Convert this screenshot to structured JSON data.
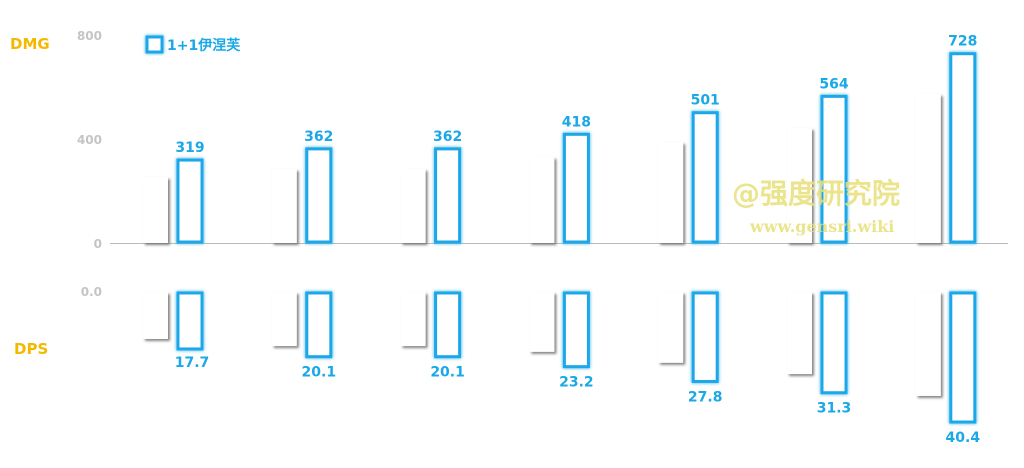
{
  "chart_data": [
    {
      "type": "bar",
      "title": "DMG",
      "ylim": [
        0,
        800
      ],
      "yticks": [
        "0",
        "400",
        "800"
      ],
      "legend": {
        "label": "1+1伊涅芙",
        "placement": "top-left"
      },
      "series": [
        {
          "name": "unlabeled (white)",
          "values": [
            254,
            285,
            285,
            331,
            388,
            442,
            573
          ]
        },
        {
          "name": "1+1伊涅芙",
          "values": [
            319,
            362,
            362,
            418,
            501,
            564,
            728
          ],
          "labels": [
            "319",
            "362",
            "362",
            "418",
            "501",
            "564",
            "728"
          ]
        }
      ]
    },
    {
      "type": "bar",
      "title": "DPS",
      "ylim": [
        0,
        40.4
      ],
      "yticks": [
        "0.0"
      ],
      "inverted": true,
      "series": [
        {
          "name": "unlabeled (white)",
          "values": [
            14.6,
            16.8,
            16.8,
            18.6,
            22.0,
            25.5,
            32.3
          ]
        },
        {
          "name": "1+1伊涅芙",
          "values": [
            17.7,
            20.1,
            20.1,
            23.2,
            27.8,
            31.3,
            40.4
          ],
          "labels": [
            "17.7",
            "20.1",
            "20.1",
            "23.2",
            "27.8",
            "31.3",
            "40.4"
          ]
        }
      ]
    }
  ],
  "watermark": {
    "line1": "@强度研究院",
    "line2": "www.gensri.wiki"
  },
  "colors": {
    "accent": "#1aa8e8",
    "section": "#f5b800",
    "tick": "#c4c4c4"
  }
}
